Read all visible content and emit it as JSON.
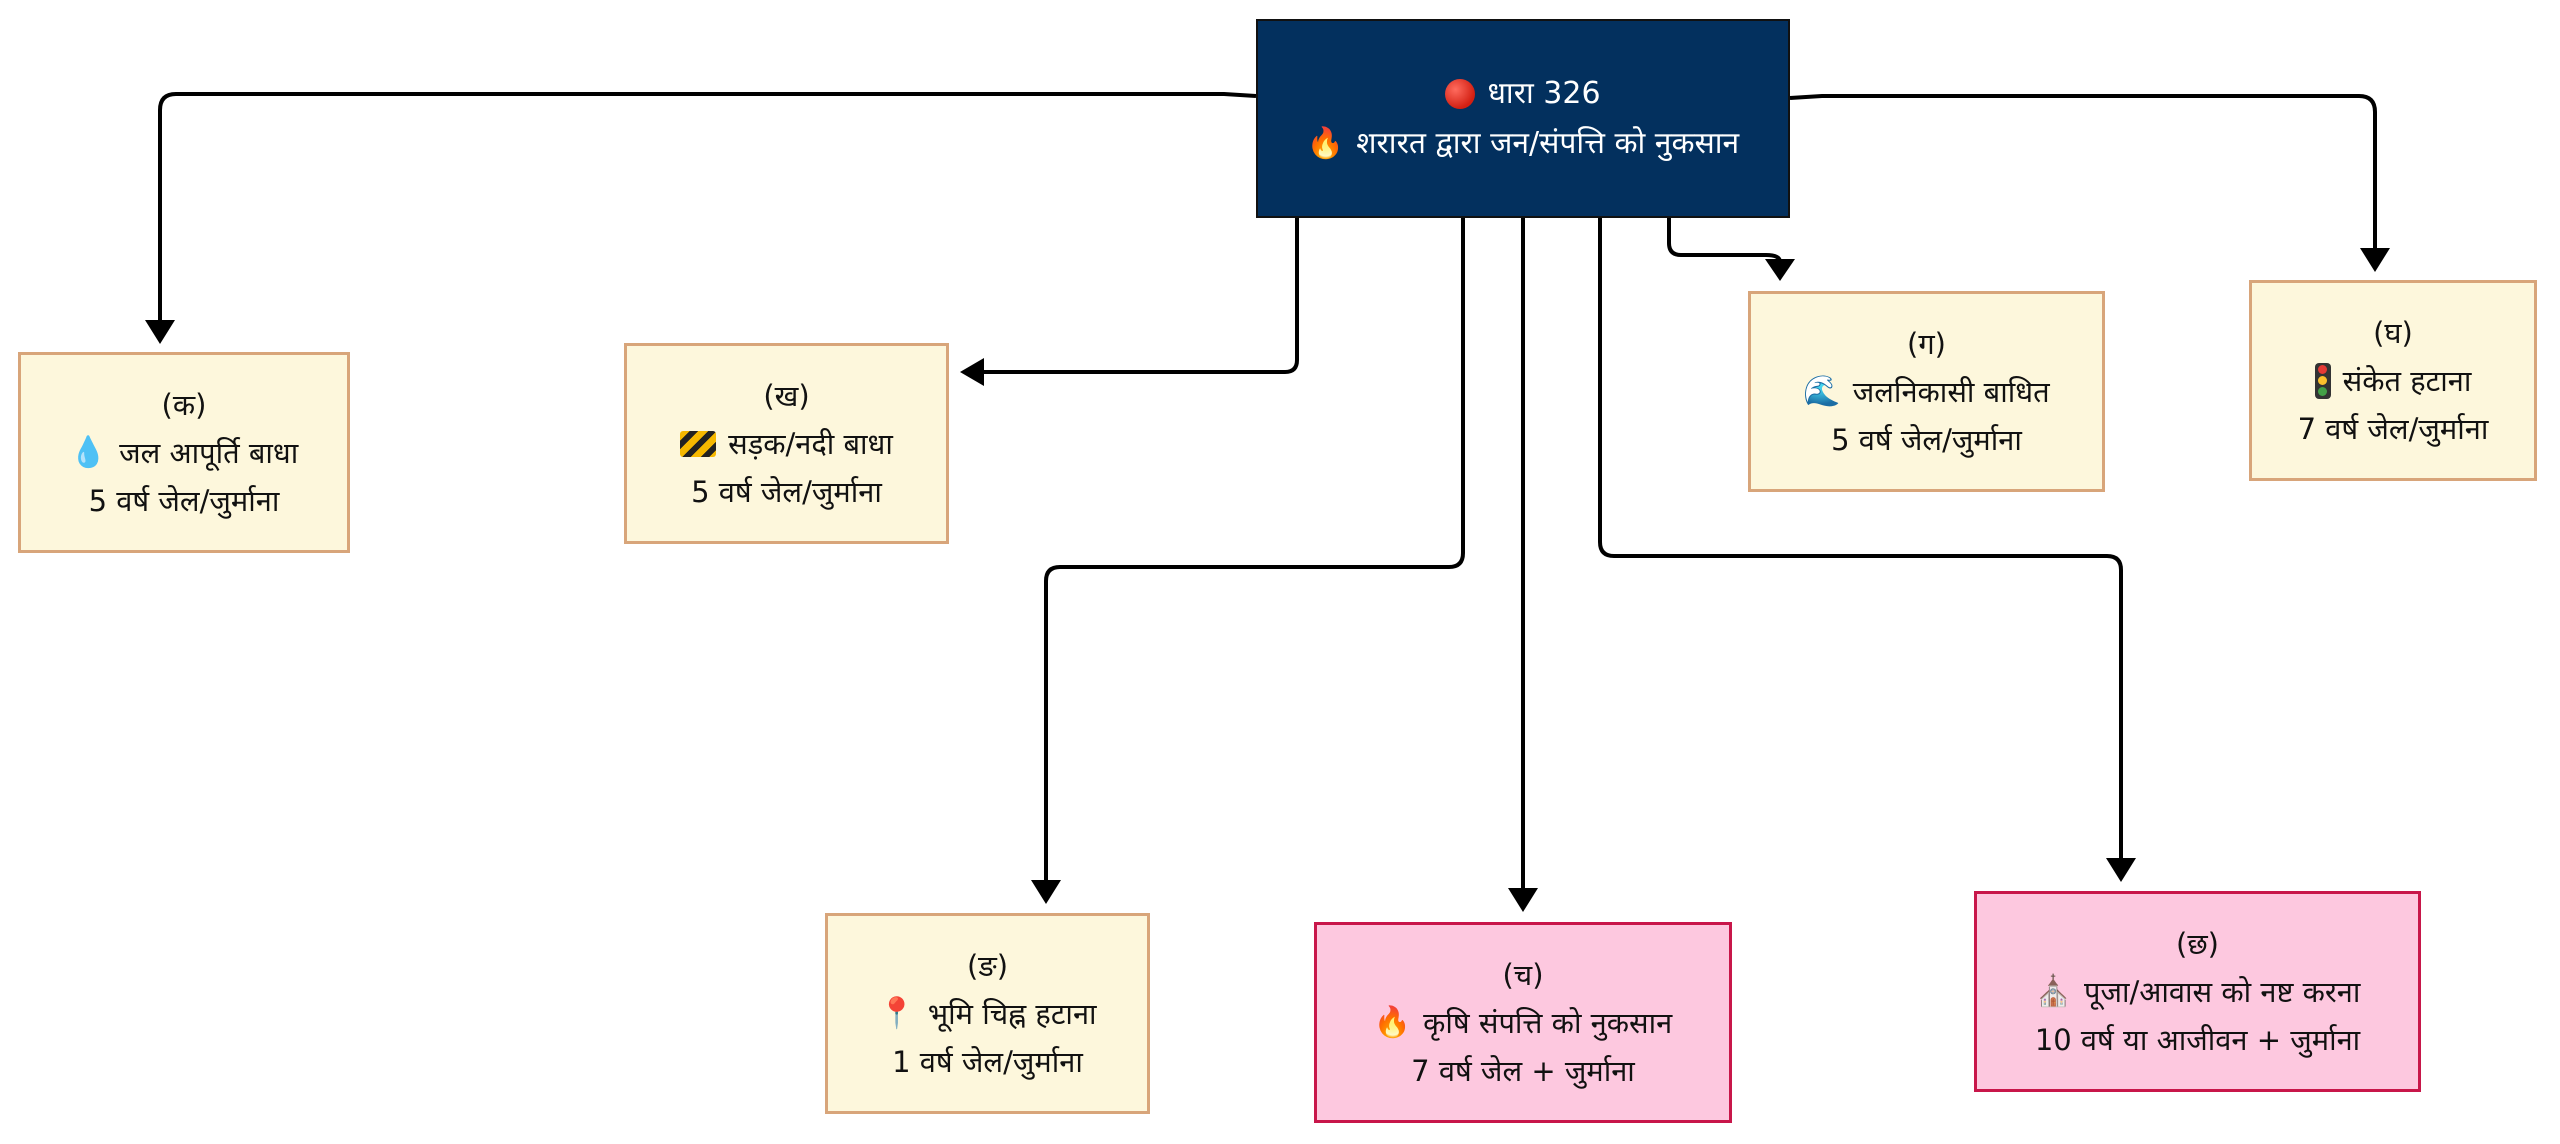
{
  "diagram": {
    "root": {
      "title": "धारा 326",
      "subtitle": "शरारत द्वारा जन/संपत्ति को नुकसान",
      "title_icon": "red-circle-icon",
      "subtitle_icon": "fire-icon",
      "color": "#03305e"
    },
    "branches": [
      {
        "key": "ka",
        "label": "(क)",
        "offence": "जल आपूर्ति बाधा",
        "penalty": "5 वर्ष जेल/जुर्माना",
        "icon": "droplet-icon",
        "severity": "normal"
      },
      {
        "key": "kha",
        "label": "(ख)",
        "offence": "सड़क/नदी बाधा",
        "penalty": "5 वर्ष जेल/जुर्माना",
        "icon": "construction-barrier-icon",
        "severity": "normal"
      },
      {
        "key": "ga",
        "label": "(ग)",
        "offence": "जलनिकासी बाधित",
        "penalty": "5 वर्ष जेल/जुर्माना",
        "icon": "water-wave-icon",
        "severity": "normal"
      },
      {
        "key": "gha",
        "label": "(घ)",
        "offence": "संकेत हटाना",
        "penalty": "7 वर्ष जेल/जुर्माना",
        "icon": "traffic-light-icon",
        "severity": "normal"
      },
      {
        "key": "nga",
        "label": "(ङ)",
        "offence": "भूमि चिह्न हटाना",
        "penalty": "1 वर्ष जेल/जुर्माना",
        "icon": "location-pin-icon",
        "severity": "normal"
      },
      {
        "key": "cha",
        "label": "(च)",
        "offence": "कृषि संपत्ति को नुकसान",
        "penalty": "7 वर्ष जेल + जुर्माना",
        "icon": "fire-icon",
        "severity": "severe"
      },
      {
        "key": "chha",
        "label": "(छ)",
        "offence": "पूजा/आवास को नष्ट करना",
        "penalty": "10 वर्ष या आजीवन + जुर्माना",
        "icon": "temple-icon",
        "severity": "severe"
      }
    ],
    "colors": {
      "root_fill": "#03305e",
      "normal_fill": "#fdf7dc",
      "normal_border": "#d8a57a",
      "severe_fill": "#fdc8df",
      "severe_border": "#c8164a",
      "connector": "#000000"
    }
  }
}
